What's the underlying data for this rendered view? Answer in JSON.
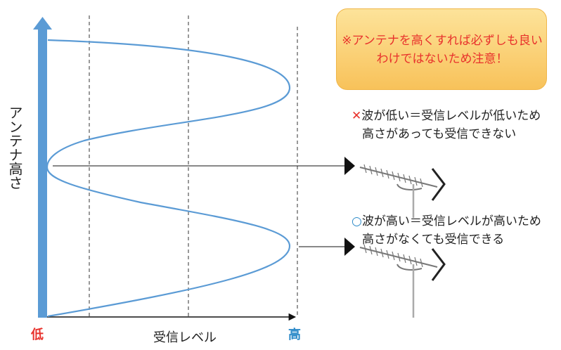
{
  "axis": {
    "y_label": "アンテナ高さ",
    "x_label": "受信レベル",
    "low_label": "低",
    "high_label": "高"
  },
  "warning": {
    "text": "※アンテナを高くすれば必ずしも良いわけではないため注意！"
  },
  "notes": {
    "bad": {
      "mark": "✕",
      "line1": "波が低い＝受信レベルが低いため",
      "line2": "高さがあっても受信できない"
    },
    "good": {
      "mark": "○",
      "line1": "波が高い＝受信レベルが高いため",
      "line2": "高さがなくても受信できる"
    }
  },
  "colors": {
    "axis_arrow": "#5b9bd5",
    "wave": "#5b9bd5",
    "low": "#e8322c",
    "high": "#2e8bc9",
    "warning_bg": "#fbcf6f"
  }
}
